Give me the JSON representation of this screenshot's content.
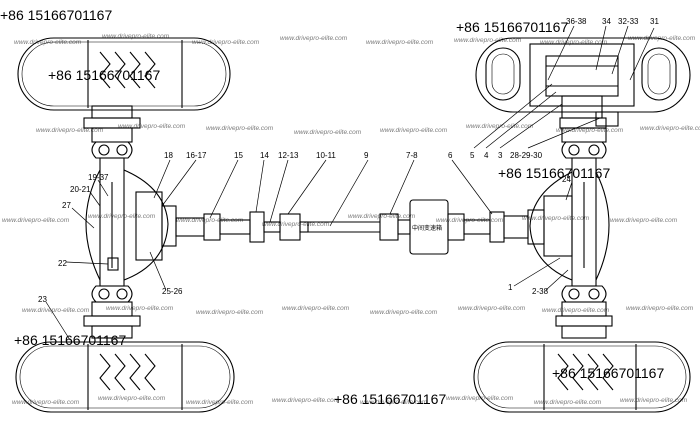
{
  "watermark_text": "www.drivepro-elite.com",
  "phone_text": "+86 15166701167",
  "center_box_label": "中间变速箱",
  "callouts": [
    "36-38",
    "34",
    "32-33",
    "31",
    "5",
    "4",
    "3",
    "28-29-30",
    "24",
    "18",
    "16-17",
    "15",
    "14",
    "12-13",
    "10-11",
    "9",
    "7-8",
    "6",
    "19-37",
    "20-21",
    "27",
    "22",
    "25-26",
    "23",
    "1",
    "2-38"
  ],
  "colors": {
    "line": "#000000",
    "watermark": "#7a7a7a"
  }
}
